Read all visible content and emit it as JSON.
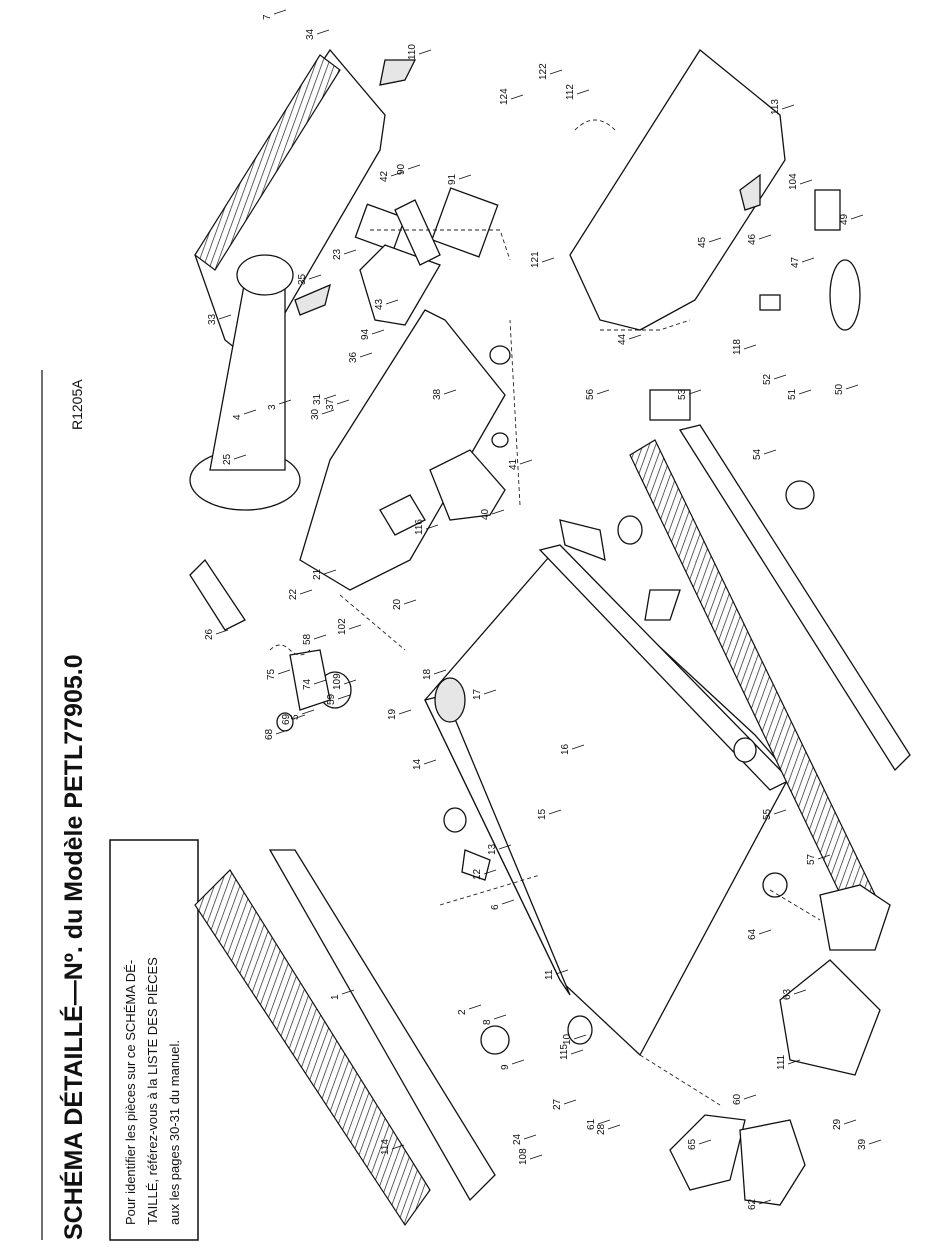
{
  "header": {
    "title": "SCHÉMA DÉTAILLÉ—Nº. du Modèle PETL77905.0",
    "code": "R1205A"
  },
  "note": {
    "lines": [
      "Pour identifier les pièces sur ce SCHÉMA DÉ-",
      "TAILLÉ, référez-vous à la LISTE DES PIÈCES",
      "aux les pages 30-31 du manuel."
    ]
  },
  "parts": [
    "1",
    "2",
    "3",
    "4",
    "5",
    "6",
    "7",
    "8",
    "9",
    "10",
    "11",
    "12",
    "13",
    "14",
    "15",
    "16",
    "17",
    "18",
    "19",
    "20",
    "21",
    "22",
    "23",
    "24",
    "25",
    "26",
    "27",
    "28",
    "29",
    "30",
    "31",
    "33",
    "34",
    "35",
    "36",
    "37",
    "38",
    "39",
    "40",
    "41",
    "42",
    "43",
    "44",
    "45",
    "46",
    "47",
    "49",
    "50",
    "51",
    "52",
    "53",
    "54",
    "55",
    "56",
    "57",
    "58",
    "59",
    "60",
    "61",
    "62",
    "63",
    "64",
    "65",
    "68",
    "69",
    "74",
    "75",
    "90",
    "91",
    "94",
    "102",
    "104",
    "108",
    "109",
    "110",
    "111",
    "112",
    "113",
    "114",
    "115",
    "116",
    "118",
    "121",
    "122",
    "124"
  ]
}
